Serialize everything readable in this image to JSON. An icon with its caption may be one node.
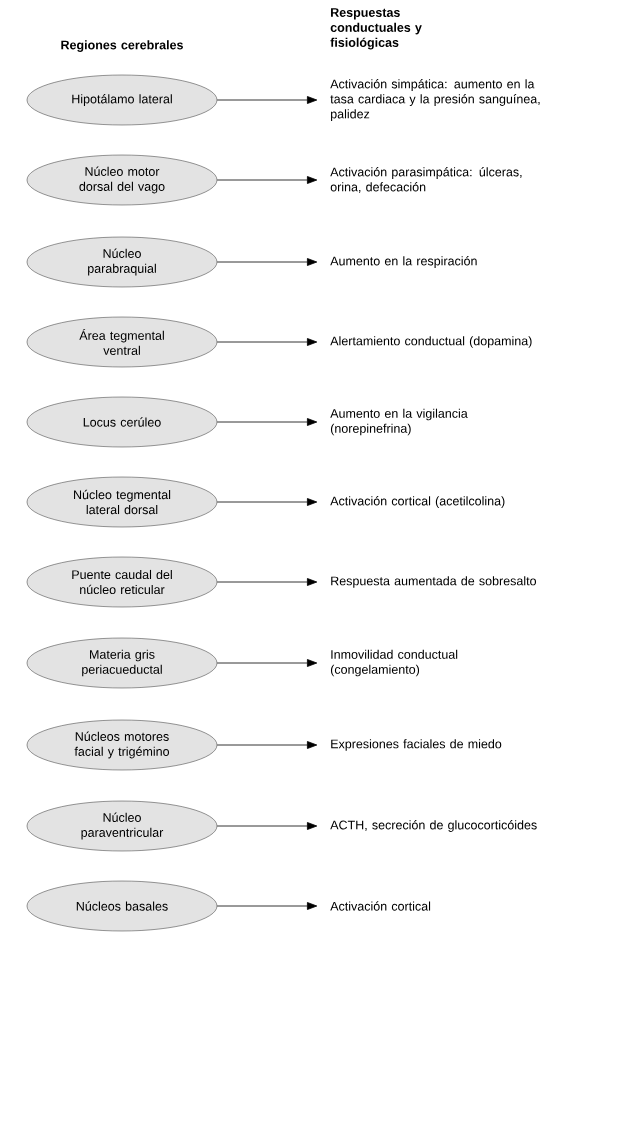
{
  "diagram": {
    "nodes": [
      {
        "text": [
          "Hipotálamo lateral"
        ]
      },
      {
        "text": [
          "Activación simpática: aumento en la tasa cardiaca y la presión sanguínea, palidez"
        ]
      },
      {
        "text": [
          "Núcleo motor dorsal del vago"
        ]
      },
      {
        "text": [
          "Activación parasimpática: úlceras, orina, defecación"
        ]
      },
      {
        "text": [
          "Núcleo parabraquial"
        ]
      },
      {
        "text": [
          "Aumento en la respiración"
        ]
      },
      {
        "text": [
          "Área tegmental ventral"
        ]
      },
      {
        "text": [
          "Alertamiento conductual (dopamina)"
        ]
      },
      {
        "text": [
          "Locus cerúleo"
        ]
      },
      {
        "text": [
          "Aumento en la vigilancia (norepinefrina)"
        ]
      },
      {
        "text": [
          "Núcleo tegmental lateral dorsal"
        ]
      },
      {
        "text": [
          "Activación cortical (acetilcolina)"
        ]
      },
      {
        "text": [
          "Puente caudal del núcleo reticular"
        ]
      },
      {
        "text": [
          "Respuesta aumentada de sobresalto"
        ]
      },
      {
        "text": [
          "Materia gris periacueductal"
        ]
      },
      {
        "text": [
          "Inmovilidad conductual (congelamiento)"
        ]
      },
      {
        "text": [
          "Núcleos motores facial y trigémino"
        ]
      },
      {
        "text": [
          "Expresiones faciales de miedo"
        ]
      },
      {
        "text": [
          "Núcleo paraventricular"
        ]
      },
      {
        "text": [
          "ACTH, secreción de glucocorticóides"
        ]
      },
      {
        "text": [
          "Núcleos basales"
        ]
      },
      {
        "text": [
          "Activación cortical"
        ]
      }
    ],
    "edges": [
      {
        "from": 0,
        "to": 1,
        "arrow": "to"
      },
      {
        "from": 2,
        "to": 3,
        "arrow": "to"
      },
      {
        "from": 4,
        "to": 5,
        "arrow": "to"
      },
      {
        "from": 6,
        "to": 7,
        "arrow": "to"
      },
      {
        "from": 8,
        "to": 9,
        "arrow": "to"
      },
      {
        "from": 10,
        "to": 11,
        "arrow": "to"
      },
      {
        "from": 12,
        "to": 13,
        "arrow": "to"
      },
      {
        "from": 14,
        "to": 15,
        "arrow": "to"
      },
      {
        "from": 16,
        "to": 17,
        "arrow": "to"
      },
      {
        "from": 18,
        "to": 19,
        "arrow": "to"
      },
      {
        "from": 20,
        "to": 21,
        "arrow": "to"
      }
    ],
    "labels": [
      "Regiones cerebrales",
      "Respuestas conductuales y fisiológicas"
    ]
  }
}
